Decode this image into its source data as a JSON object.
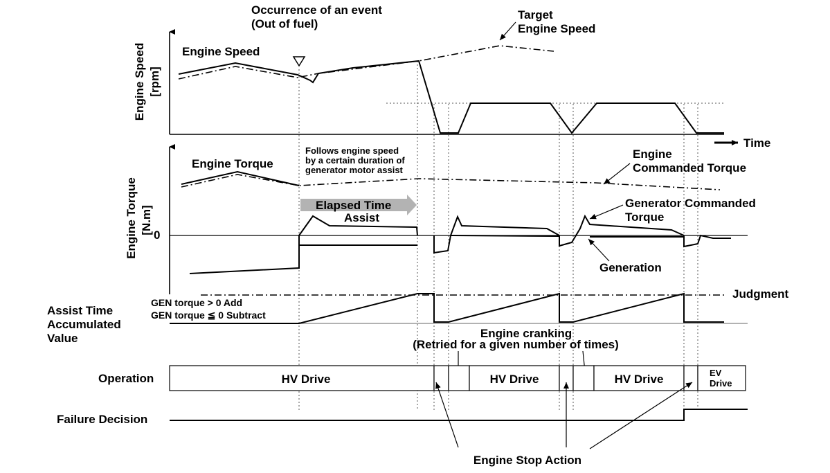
{
  "labels": {
    "event": "Occurrence of an event",
    "event_sub": "(Out of fuel)",
    "target": "Target",
    "target_sub": "Engine Speed",
    "engine_speed_curve": "Engine Speed",
    "y_speed_1": "Engine Speed",
    "y_speed_2": "[rpm]",
    "time": "Time",
    "engine_torque_curve": "Engine Torque",
    "follows_1": "Follows engine speed",
    "follows_2": "by a certain duration of",
    "follows_3": "generator motor assist",
    "cmd_torque_1": "Engine",
    "cmd_torque_2": "Commanded Torque",
    "elapsed_1": "Elapsed Time",
    "elapsed_2": "Assist",
    "gen_cmd_1": "Generator Commanded",
    "gen_cmd_2": "Torque",
    "zero": "0",
    "y_torque_1": "Engine Torque",
    "y_torque_2": "[N.m]",
    "generation": "Generation",
    "assist_1": "Assist Time",
    "assist_2": "Accumulated",
    "assist_3": "Value",
    "gen_add": "GEN torque > 0 Add",
    "gen_sub": "GEN torque ≦ 0 Subtract",
    "judgment": "Judgment",
    "cranking_1": "Engine cranking",
    "cranking_2": "(Retried for a given number of times)",
    "operation": "Operation",
    "hv_drive": "HV Drive",
    "ev_1": "EV",
    "ev_2": "Drive",
    "failure": "Failure Decision",
    "stop_action": "Engine Stop Action"
  },
  "operation_segments": [
    "HV Drive",
    "",
    "",
    "HV Drive",
    "",
    "",
    "HV Drive",
    "",
    "EV Drive"
  ]
}
